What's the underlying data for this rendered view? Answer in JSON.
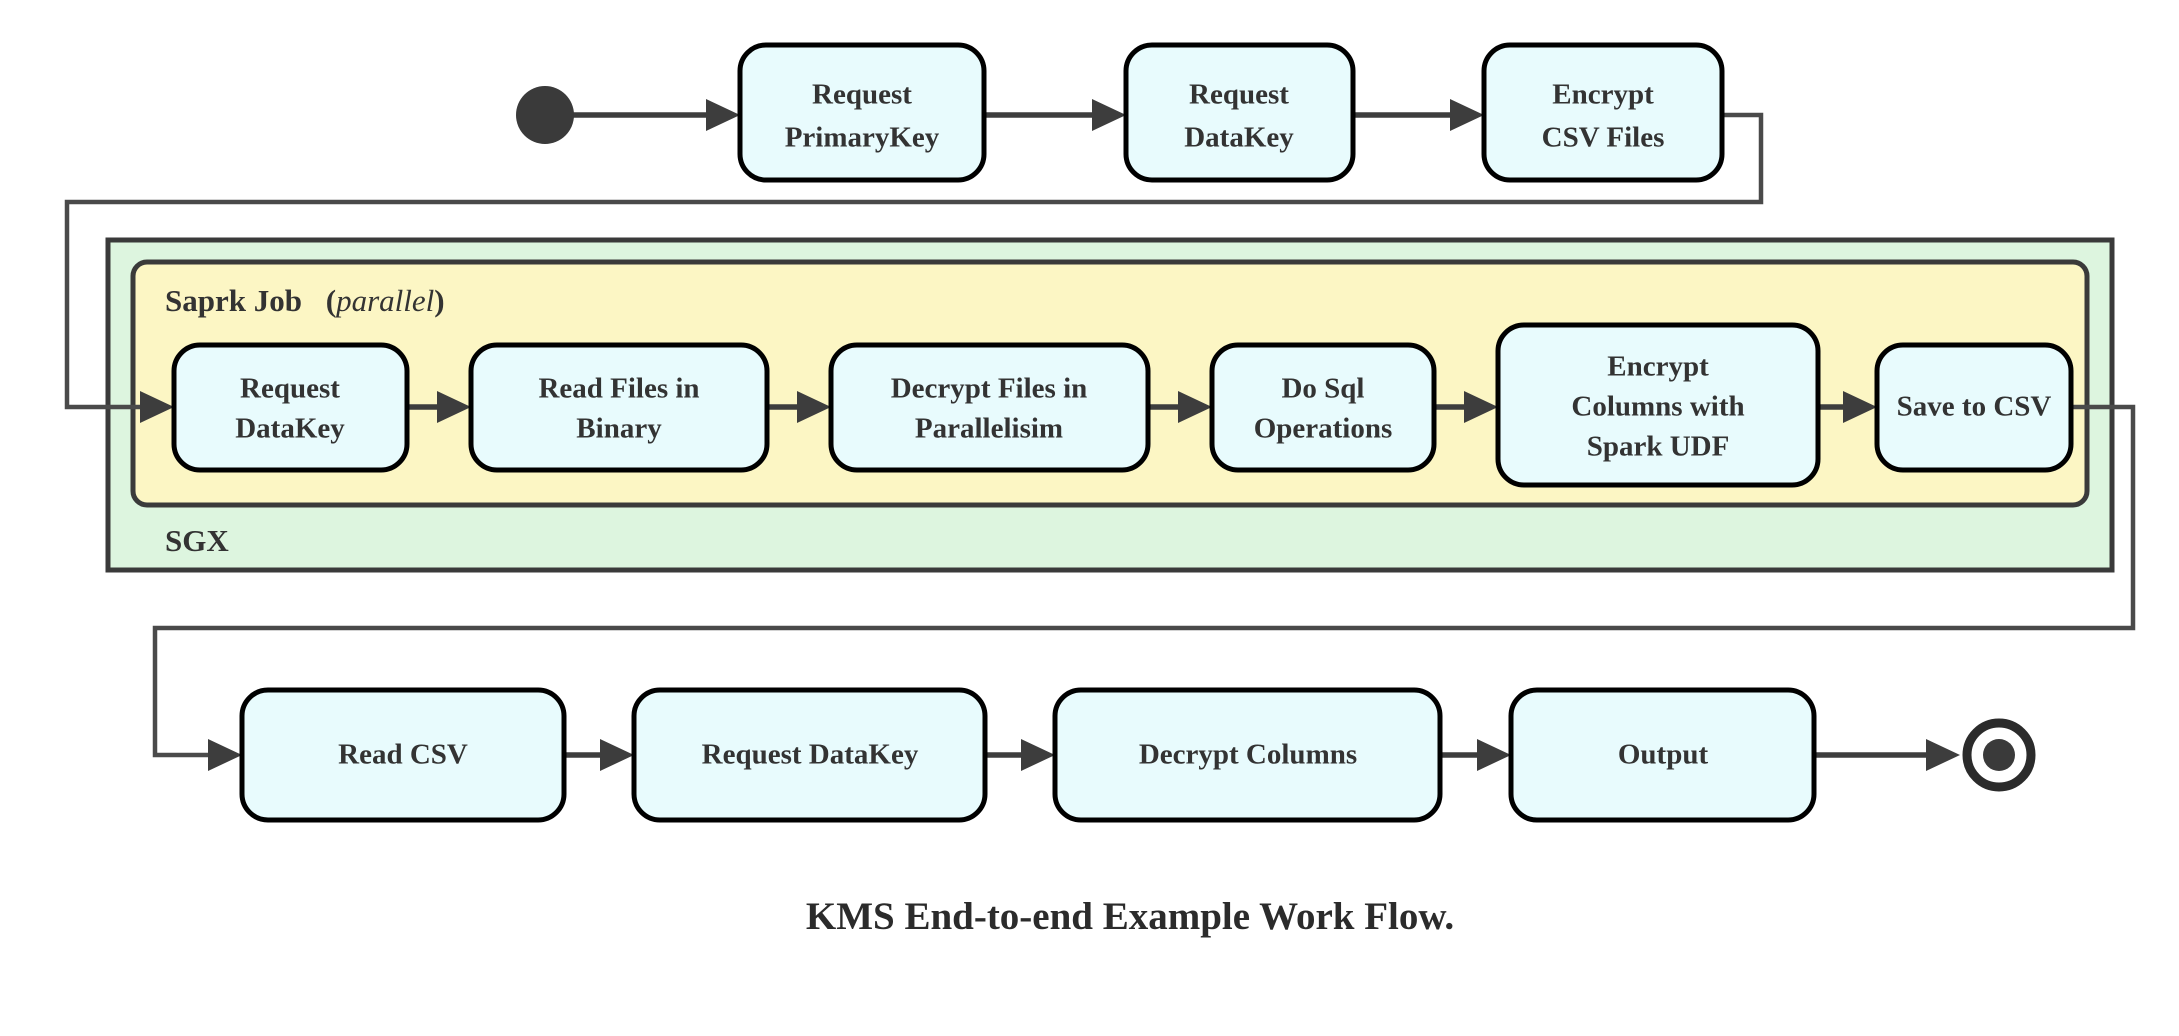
{
  "diagram": {
    "caption": "KMS End-to-end Example Work Flow.",
    "colors": {
      "node_fill": "#e8fbfd",
      "node_stroke": "#000000",
      "sgx_fill": "#ddf5df",
      "spark_fill": "#fcf6c4",
      "group_stroke": "#3a3a3a",
      "edge": "#3d3d3d",
      "text": "#333333",
      "background": "#ffffff"
    },
    "groups": [
      {
        "id": "sgx",
        "label": "SGX",
        "label_position": "bottom-left",
        "fill": "#ddf5df"
      },
      {
        "id": "spark-job",
        "label": "Saprk Job",
        "label_suffix_open": "(",
        "label_suffix_italic": "parallel",
        "label_suffix_close": ")",
        "label_position": "top-left",
        "fill": "#fcf6c4"
      }
    ],
    "start_node": {
      "name": "start-node",
      "shape": "filled-circle"
    },
    "end_node": {
      "name": "end-node",
      "shape": "ring-with-filled-dot"
    },
    "rows": {
      "top": [
        {
          "id": "request-primarykey",
          "lines": [
            "Request",
            "PrimaryKey"
          ]
        },
        {
          "id": "request-datakey-top",
          "lines": [
            "Request",
            "DataKey"
          ]
        },
        {
          "id": "encrypt-csv-files",
          "lines": [
            "Encrypt",
            "CSV Files"
          ]
        }
      ],
      "spark": [
        {
          "id": "request-datakey-spark",
          "lines": [
            "Request",
            "DataKey"
          ]
        },
        {
          "id": "read-files-in-binary",
          "lines": [
            "Read Files in",
            "Binary"
          ]
        },
        {
          "id": "decrypt-files-in-parallelisim",
          "lines": [
            "Decrypt Files in",
            "Parallelisim"
          ]
        },
        {
          "id": "do-sql-operations",
          "lines": [
            "Do Sql",
            "Operations"
          ]
        },
        {
          "id": "encrypt-columns-with-spark-udf",
          "lines": [
            "Encrypt",
            "Columns with",
            "Spark UDF"
          ]
        },
        {
          "id": "save-to-csv",
          "lines": [
            "Save to CSV"
          ]
        }
      ],
      "bottom": [
        {
          "id": "read-csv",
          "lines": [
            "Read CSV"
          ]
        },
        {
          "id": "request-datakey-bottom",
          "lines": [
            "Request DataKey"
          ]
        },
        {
          "id": "decrypt-columns",
          "lines": [
            "Decrypt Columns"
          ]
        },
        {
          "id": "output",
          "lines": [
            "Output"
          ]
        }
      ]
    }
  }
}
